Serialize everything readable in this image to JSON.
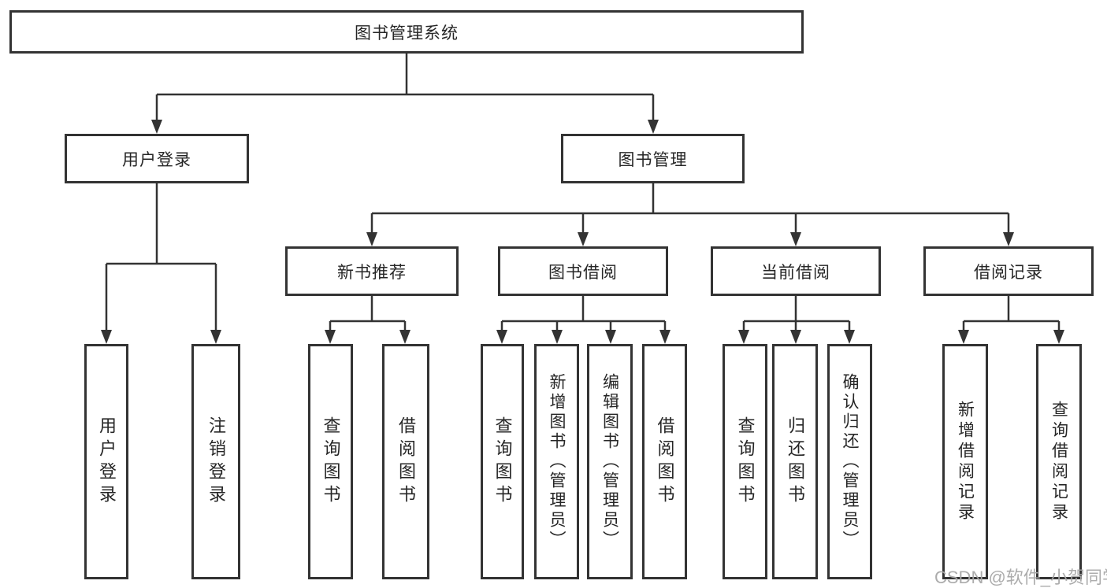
{
  "diagram": {
    "root": {
      "label": "图书管理系统"
    },
    "level2": {
      "user_login": {
        "label": "用户登录",
        "parent": "图书管理系统"
      },
      "book_mgmt": {
        "label": "图书管理",
        "parent": "图书管理系统"
      }
    },
    "level3": {
      "new_book_rec": {
        "label": "新书推荐",
        "parent": "图书管理"
      },
      "book_borrow": {
        "label": "图书借阅",
        "parent": "图书管理"
      },
      "current_borrow": {
        "label": "当前借阅",
        "parent": "图书管理"
      },
      "borrow_records": {
        "label": "借阅记录",
        "parent": "图书管理"
      }
    },
    "leaves": {
      "ul_login": {
        "label": "用户登录",
        "parent": "用户登录"
      },
      "ul_logout": {
        "label": "注销登录",
        "parent": "用户登录"
      },
      "nb_query": {
        "label": "查询图书",
        "parent": "新书推荐"
      },
      "nb_borrow": {
        "label": "借阅图书",
        "parent": "新书推荐"
      },
      "bb_query": {
        "label": "查询图书",
        "parent": "图书借阅"
      },
      "bb_add": {
        "label": "新增图书（管理员）",
        "parent": "图书借阅"
      },
      "bb_edit": {
        "label": "编辑图书（管理员）",
        "parent": "图书借阅"
      },
      "bb_borrow": {
        "label": "借阅图书",
        "parent": "图书借阅"
      },
      "cb_query": {
        "label": "查询图书",
        "parent": "当前借阅"
      },
      "cb_return": {
        "label": "归还图书",
        "parent": "当前借阅"
      },
      "cb_confirm": {
        "label": "确认归还（管理员）",
        "parent": "当前借阅"
      },
      "br_add": {
        "label": "新增借阅记录",
        "parent": "借阅记录"
      },
      "br_query": {
        "label": "查询借阅记录",
        "parent": "借阅记录"
      }
    }
  },
  "watermark": {
    "text": "CSDN @软件_小贺同学"
  },
  "colors": {
    "line": "#333333",
    "box_border": "#333333",
    "text": "#262626",
    "watermark": "#a8a8a8",
    "background": "#ffffff"
  }
}
